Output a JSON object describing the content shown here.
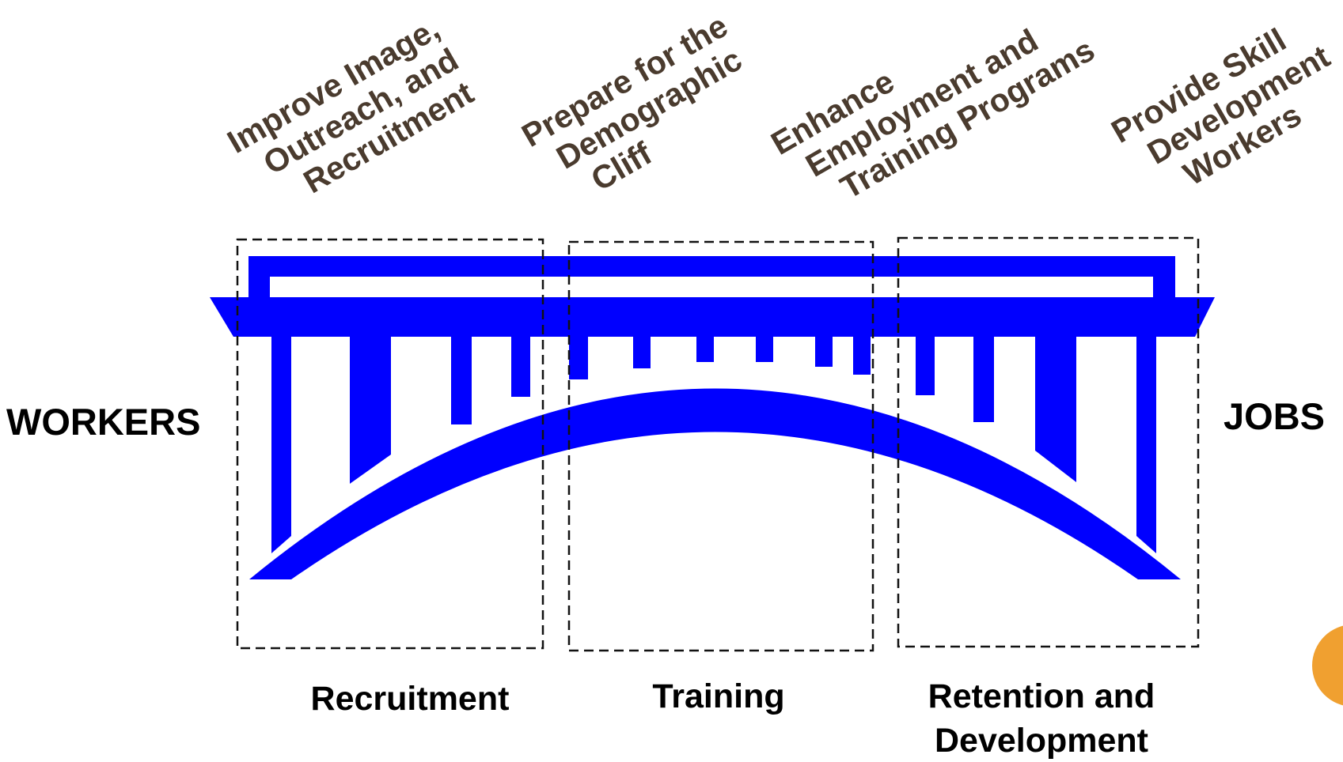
{
  "diagram": {
    "left_label": "WORKERS",
    "right_label": "JOBS",
    "bridge_color": "#0000ff",
    "goal_text_color": "#4a3b2e",
    "page_badge_color": "#f0a030",
    "goals": [
      {
        "lines": [
          "Improve Image,",
          "Outreach, and",
          "Recruitment"
        ]
      },
      {
        "lines": [
          "Prepare for the",
          "Demographic",
          "Cliff"
        ]
      },
      {
        "lines": [
          "Enhance",
          "Employment and",
          "Training Programs"
        ]
      },
      {
        "lines": [
          "Provide Skill",
          "Development",
          "Workers"
        ]
      }
    ],
    "stages": [
      {
        "lines": [
          "Recruitment"
        ]
      },
      {
        "lines": [
          "Training"
        ]
      },
      {
        "lines": [
          "Retention and",
          "Development"
        ]
      }
    ]
  }
}
